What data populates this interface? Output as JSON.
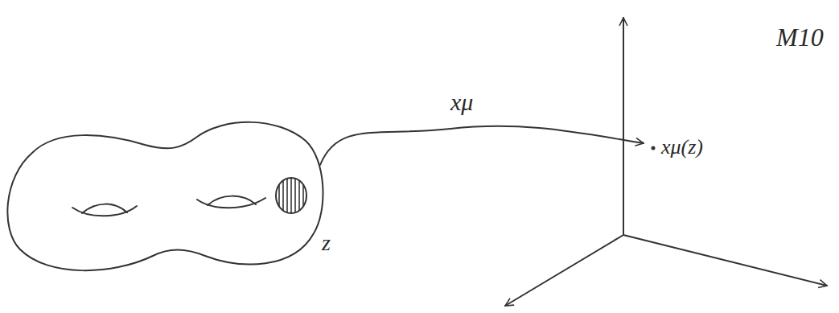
{
  "diagram": {
    "labels": [
      "xμ",
      "xμ(z)",
      "z",
      "M10"
    ]
  }
}
